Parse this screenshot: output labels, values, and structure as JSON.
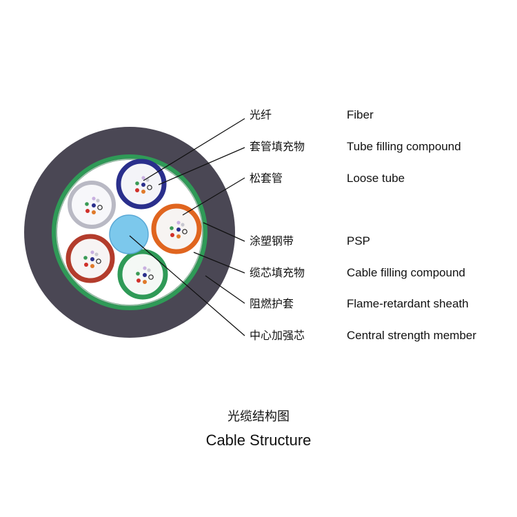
{
  "labels": [
    {
      "zh": "光纤",
      "en": "Fiber"
    },
    {
      "zh": "套管填充物",
      "en": "Tube filling compound"
    },
    {
      "zh": "松套管",
      "en": "Loose tube"
    },
    {
      "zh": "涂塑钢带",
      "en": "PSP"
    },
    {
      "zh": "缆芯填充物",
      "en": "Cable filling compound"
    },
    {
      "zh": "阻燃护套",
      "en": "Flame-retardant sheath"
    },
    {
      "zh": "中心加强芯",
      "en": "Central strength member"
    }
  ],
  "caption": {
    "zh": "光缆结构图",
    "en": "Cable Structure"
  },
  "colors": {
    "sheath": "#4a4754",
    "psp": "#2f9a57",
    "filling": "#ffffff",
    "central_member": "#7cc8ec",
    "tube_blue": "#2a2f8c",
    "tube_orange": "#e0651f",
    "tube_green": "#2f9a57",
    "tube_red": "#b33c2c",
    "tube_grey": "#b9b9c4",
    "leader_line": "#111111"
  }
}
